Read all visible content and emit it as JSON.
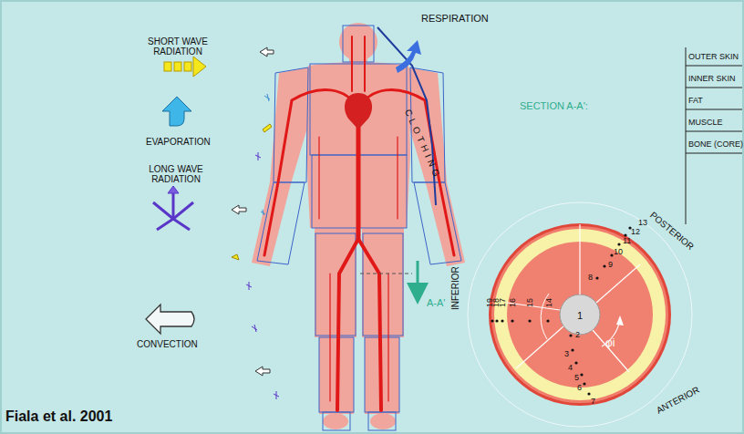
{
  "diagram": {
    "caption": "Fiala et al. 2001",
    "labels": [
      "RESPIRATION",
      "SHORT WAVE RADIATION",
      "EVAPORATION",
      "LONG WAVE RADIATION",
      "CONVECTION",
      "CLOTHING",
      "SECTION A-A':",
      "OUTER SKIN",
      "INNER SKIN",
      "FAT",
      "MUSCLE",
      "BONE (CORE)",
      "POSTERIOR",
      "INFERIOR",
      "ANTERIOR",
      "A-A'",
      "1",
      "2",
      "3",
      "4",
      "5",
      "6",
      "7",
      "8",
      "9",
      "10",
      "11",
      "12",
      "13",
      "14",
      "15",
      "16",
      "17",
      "18",
      "19",
      "φi"
    ]
  }
}
